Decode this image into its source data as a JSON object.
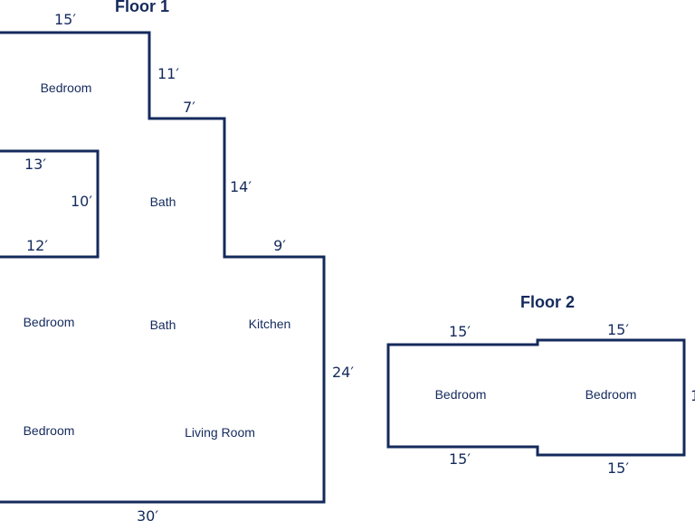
{
  "colors": {
    "line": "#142a5c",
    "text": "#142a5c",
    "background": "#ffffff"
  },
  "floor1": {
    "title": "Floor 1",
    "dimensions": {
      "top_width": "15′",
      "upper_step_height": "11′",
      "middle_step_width": "7′",
      "middle_step_height": "14′",
      "lower_step_width": "9′",
      "right_height": "24′",
      "bottom_width": "30′",
      "inset_top": "13′",
      "inset_height": "10′",
      "inset_bottom": "12′"
    },
    "rooms": {
      "bedroom_top": "Bedroom",
      "bath_upper": "Bath",
      "bedroom_mid": "Bedroom",
      "bath_lower": "Bath",
      "kitchen": "Kitchen",
      "bedroom_bottom": "Bedroom",
      "living_room": "Living Room"
    }
  },
  "floor2": {
    "title": "Floor 2",
    "dimensions": {
      "top_left": "15′",
      "top_right": "15′",
      "bottom_left": "15′",
      "bottom_right": "15′",
      "right_edge": "1"
    },
    "rooms": {
      "bedroom_left": "Bedroom",
      "bedroom_right": "Bedroom"
    }
  }
}
